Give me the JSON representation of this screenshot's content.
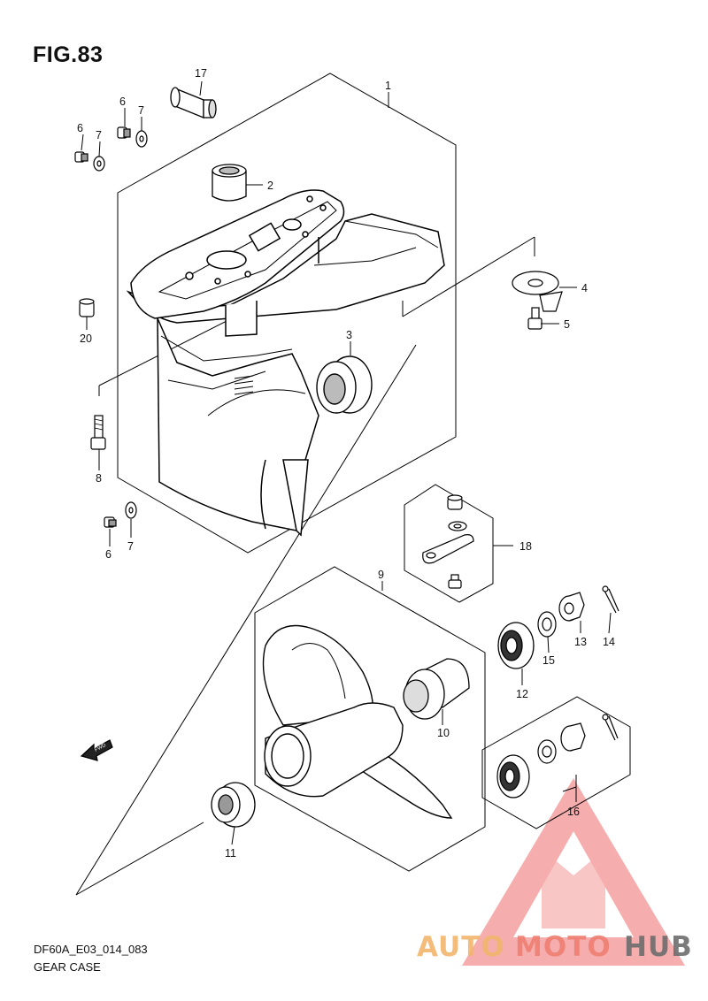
{
  "figure": {
    "title": "FIG.83",
    "code": "DF60A_E03_014_083",
    "name": "GEAR CASE"
  },
  "part_labels": {
    "p1": "1",
    "p2": "2",
    "p3": "3",
    "p4": "4",
    "p5": "5",
    "p6a": "6",
    "p6b": "6",
    "p6c": "6",
    "p7a": "7",
    "p7b": "7",
    "p7c": "7",
    "p8": "8",
    "p9": "9",
    "p10": "10",
    "p11": "11",
    "p12": "12",
    "p13": "13",
    "p14": "14",
    "p15": "15",
    "p16": "16",
    "p17": "17",
    "p18": "18",
    "p20": "20"
  },
  "fwd_arrow": "FWD",
  "watermark": {
    "part1": "AUTO",
    "part2": "MOTO",
    "part3": "HUB",
    "colors": {
      "auto": "#f2b56b",
      "moto": "#ee7e72",
      "hub": "#6d6d6d",
      "triangle": "#f06b6b"
    }
  }
}
